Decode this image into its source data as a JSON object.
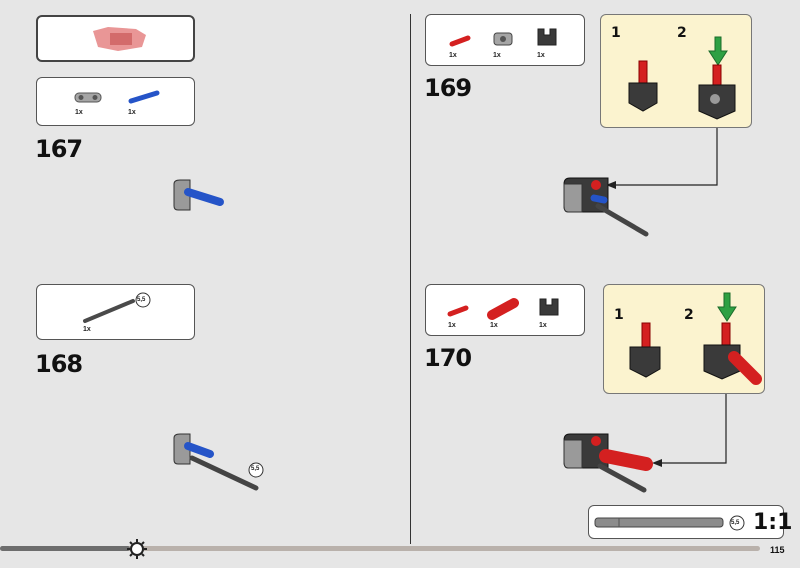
{
  "left": {
    "preview": {},
    "step167": {
      "number": "167",
      "parts": [
        {
          "qty": "1x"
        },
        {
          "qty": "1x"
        }
      ]
    },
    "step168": {
      "number": "168",
      "parts": [
        {
          "qty": "1x",
          "length": "5,5"
        }
      ],
      "callout_length": "5,5"
    }
  },
  "right": {
    "step169": {
      "number": "169",
      "parts": [
        {
          "qty": "1x"
        },
        {
          "qty": "1x"
        },
        {
          "qty": "1x"
        }
      ],
      "substeps": [
        {
          "num": "1"
        },
        {
          "num": "2"
        }
      ]
    },
    "step170": {
      "number": "170",
      "parts": [
        {
          "qty": "1x"
        },
        {
          "qty": "1x"
        },
        {
          "qty": "1x"
        }
      ],
      "substeps": [
        {
          "num": "1"
        },
        {
          "num": "2"
        }
      ]
    },
    "scale": {
      "length": "5,5",
      "label": "1:1"
    }
  },
  "footer": {
    "page_number": "115"
  },
  "colors": {
    "red": "#d42020",
    "blue": "#2554c8",
    "grey": "#9a9a9a",
    "dark": "#3a3a3a",
    "yellow_bg": "#fbf3cf",
    "green": "#2ea043"
  }
}
